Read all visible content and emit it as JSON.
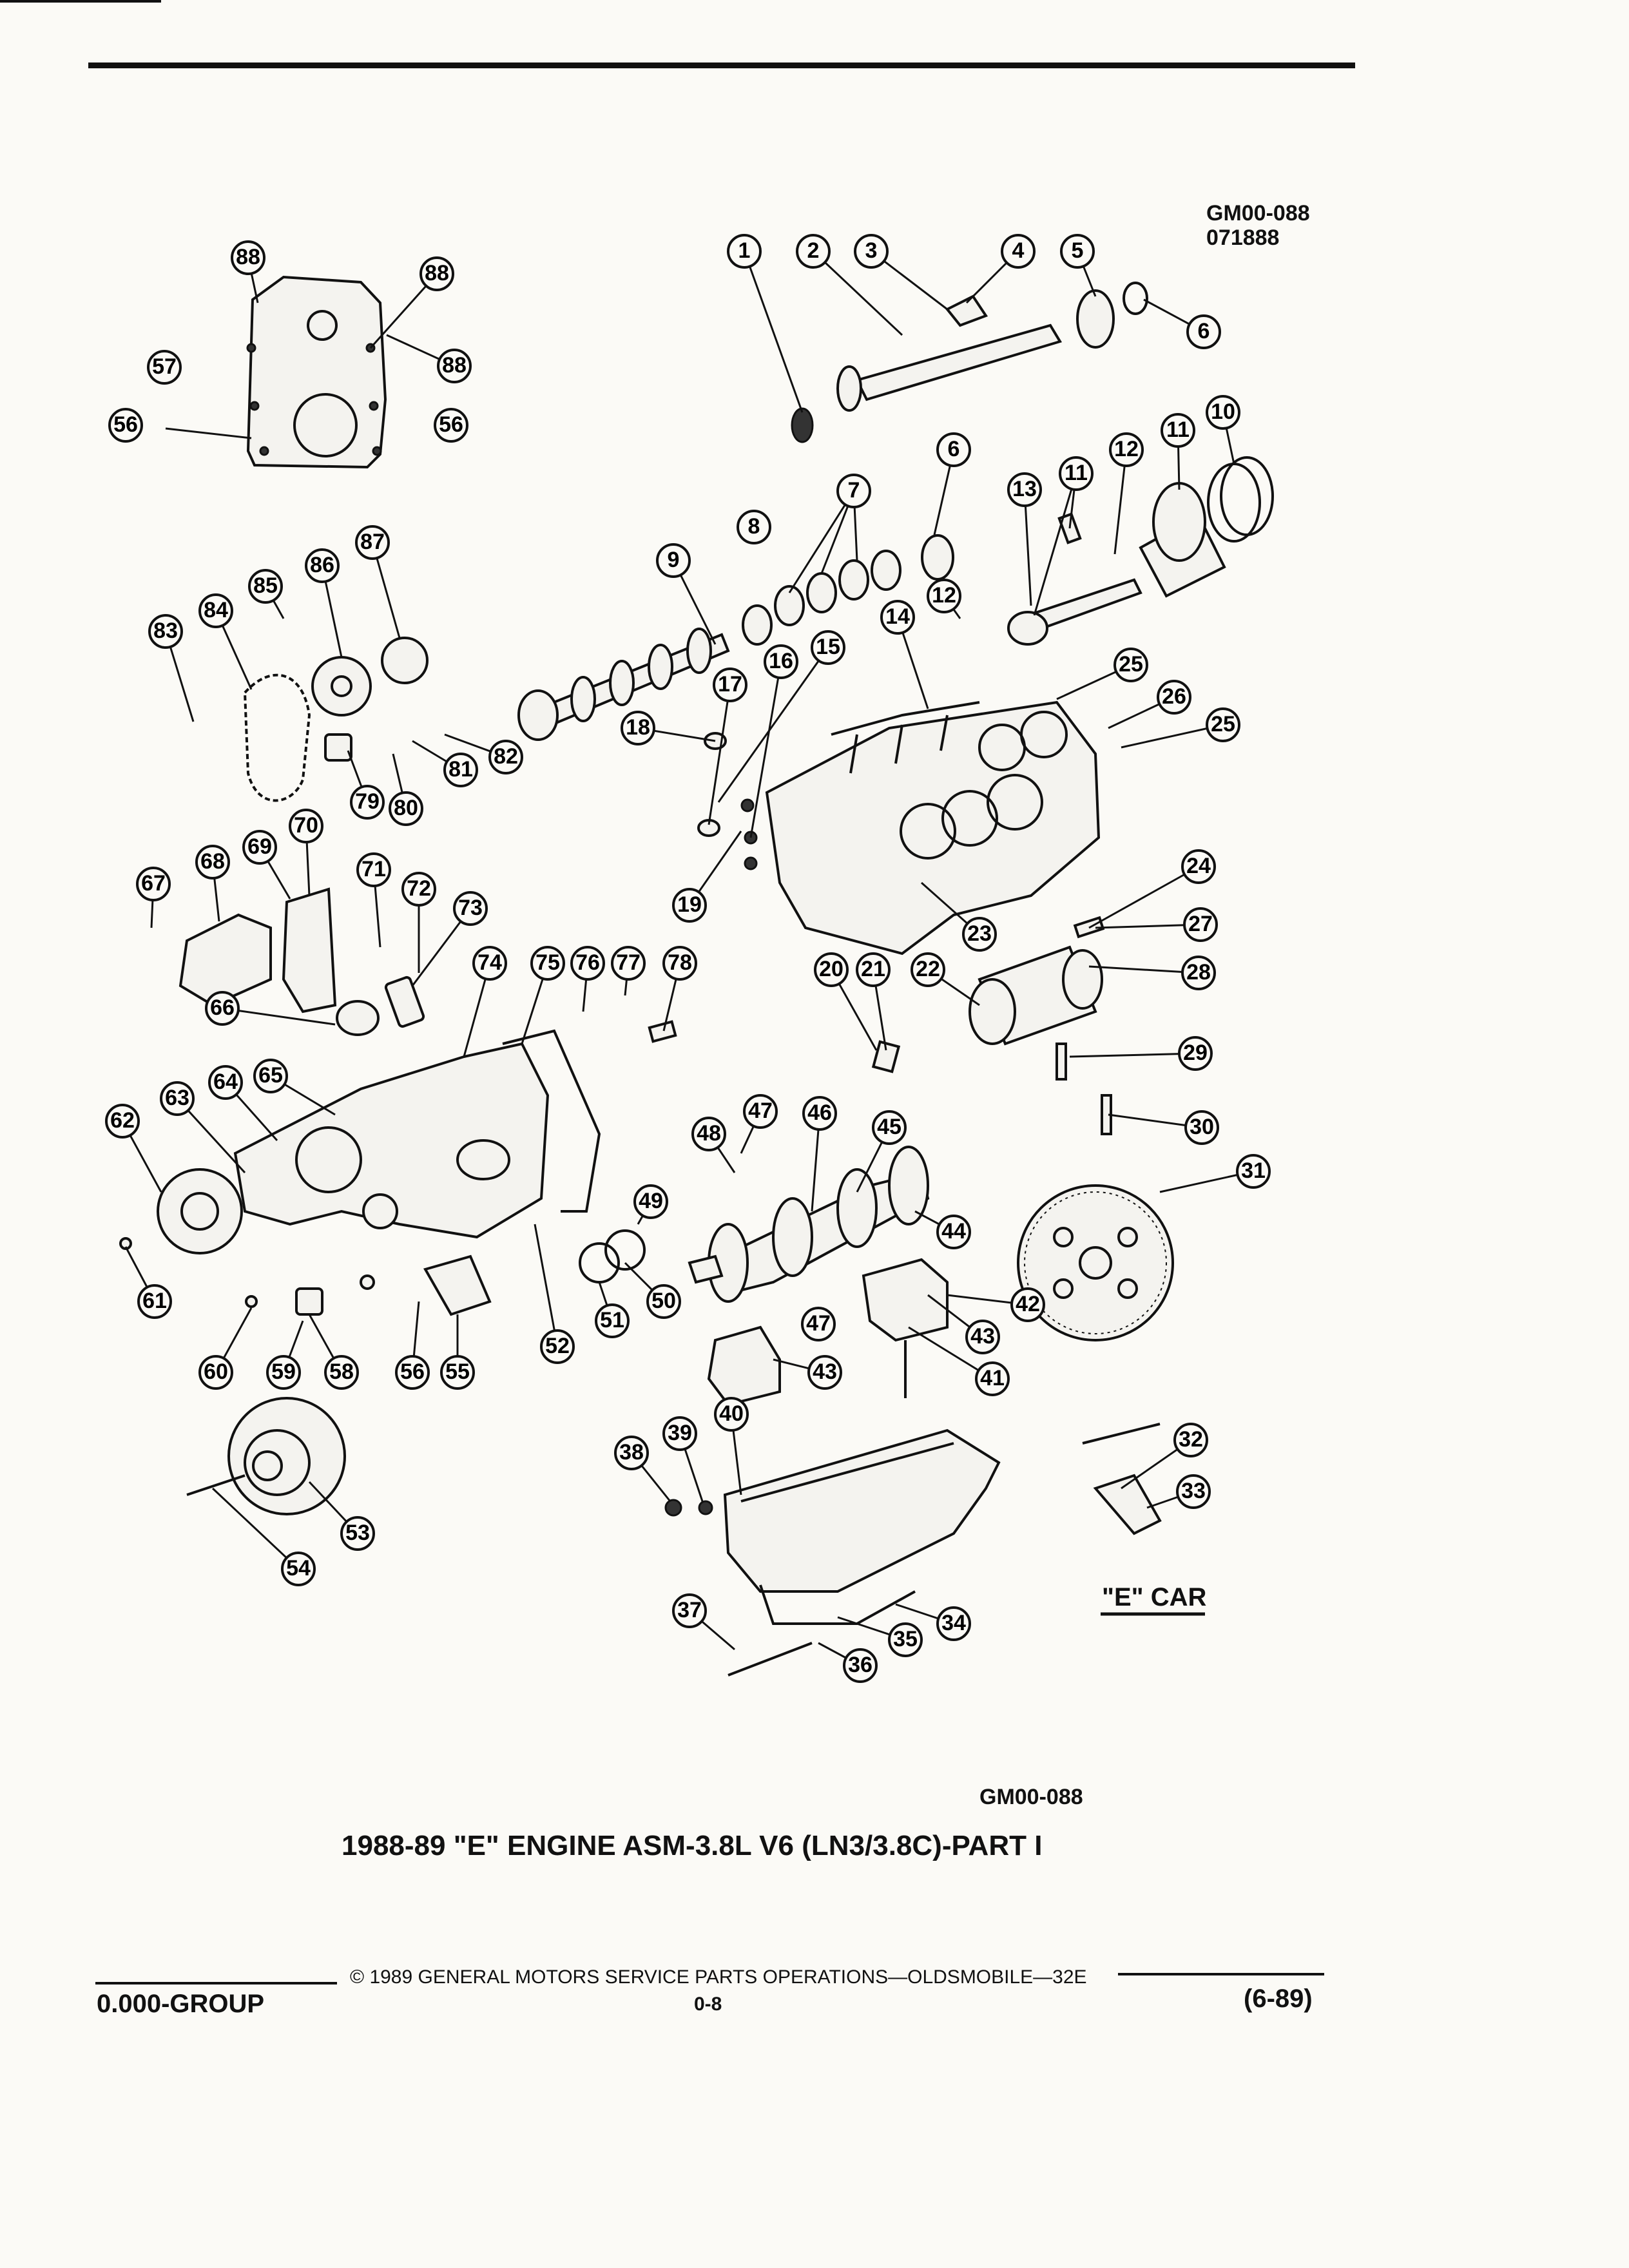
{
  "header": {
    "ref_code": "GM00-088",
    "ref_date": "071888"
  },
  "diagram": {
    "callouts": [
      "1",
      "2",
      "3",
      "4",
      "5",
      "6",
      "6",
      "7",
      "8",
      "9",
      "10",
      "11",
      "11",
      "12",
      "12",
      "13",
      "14",
      "15",
      "16",
      "17",
      "18",
      "19",
      "20",
      "21",
      "22",
      "23",
      "24",
      "25",
      "25",
      "26",
      "27",
      "28",
      "29",
      "30",
      "31",
      "32",
      "33",
      "34",
      "35",
      "36",
      "37",
      "38",
      "39",
      "40",
      "41",
      "42",
      "43",
      "43",
      "44",
      "45",
      "46",
      "47",
      "47",
      "48",
      "49",
      "50",
      "51",
      "52",
      "53",
      "54",
      "55",
      "56",
      "56",
      "56",
      "57",
      "58",
      "59",
      "60",
      "61",
      "62",
      "63",
      "64",
      "65",
      "66",
      "67",
      "68",
      "69",
      "70",
      "71",
      "72",
      "73",
      "74",
      "75",
      "76",
      "77",
      "78",
      "79",
      "80",
      "81",
      "82",
      "83",
      "84",
      "85",
      "86",
      "87",
      "88",
      "88",
      "88"
    ],
    "car_label": "\"E\" CAR"
  },
  "footer": {
    "figure_code": "GM00-088",
    "figure_title": "1988-89 \"E\" ENGINE ASM-3.8L V6 (LN3/3.8C)-PART I",
    "copyright": "© 1989 GENERAL MOTORS SERVICE PARTS OPERATIONS—OLDSMOBILE—32E",
    "group": "0.000-GROUP",
    "page_num": "0-8",
    "date_code": "(6-89)"
  }
}
